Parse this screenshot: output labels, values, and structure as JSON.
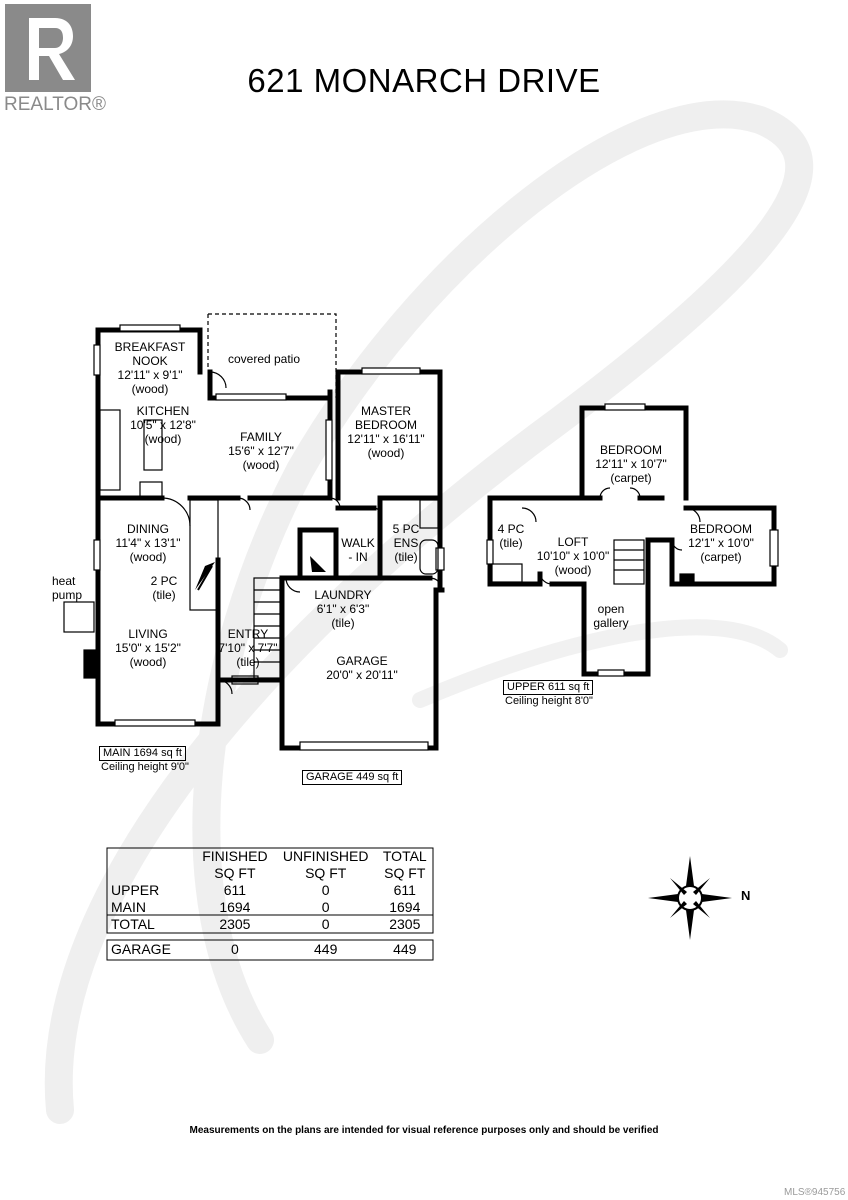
{
  "logo": {
    "text": "REALTOR®",
    "icon": "realtor-r-logo"
  },
  "title": "621 MONARCH DRIVE",
  "rooms": {
    "breakfast_nook": [
      "BREAKFAST",
      "NOOK",
      "12'11\" x 9'1\"",
      "(wood)"
    ],
    "covered_patio": [
      "covered patio"
    ],
    "kitchen": [
      "KITCHEN",
      "10'5\" x 12'8\"",
      "(wood)"
    ],
    "family": [
      "FAMILY",
      "15'6\" x 12'7\"",
      "(wood)"
    ],
    "master_bedroom": [
      "MASTER",
      "BEDROOM",
      "12'11\" x 16'11\"",
      "(wood)"
    ],
    "dining": [
      "DINING",
      "11'4\" x 13'1\"",
      "(wood)"
    ],
    "two_pc": [
      "2 PC",
      "(tile)"
    ],
    "walk_in": [
      "WALK",
      "- IN"
    ],
    "five_pc": [
      "5 PC",
      "ENS",
      "(tile)"
    ],
    "laundry": [
      "LAUNDRY",
      "6'1\" x 6'3\"",
      "(tile)"
    ],
    "living": [
      "LIVING",
      "15'0\" x 15'2\"",
      "(wood)"
    ],
    "entry": [
      "ENTRY",
      "7'10\" x 7'7\"",
      "(tile)"
    ],
    "garage": [
      "GARAGE",
      "20'0\" x 20'11\""
    ],
    "bedroom_top": [
      "BEDROOM",
      "12'11\" x 10'7\"",
      "(carpet)"
    ],
    "four_pc": [
      "4 PC",
      "(tile)"
    ],
    "loft": [
      "LOFT",
      "10'10\" x 10'0\"",
      "(wood)"
    ],
    "bedroom_right": [
      "BEDROOM",
      "12'1\" x 10'0\"",
      "(carpet)"
    ],
    "open_gallery": [
      "open",
      "gallery"
    ]
  },
  "heat_pump": [
    "heat",
    "pump"
  ],
  "summaries": {
    "main": {
      "label": "MAIN  1694 sq ft",
      "ceiling": "Ceiling height 9'0\""
    },
    "garage": {
      "label": "GARAGE  449 sq ft"
    },
    "upper": {
      "label": "UPPER  611 sq ft",
      "ceiling": "Ceiling height 8'0\""
    }
  },
  "sqft_table": {
    "headers": [
      [
        "",
        ""
      ],
      [
        "FINISHED",
        "SQ FT"
      ],
      [
        "UNFINISHED",
        "SQ FT"
      ],
      [
        "TOTAL",
        "SQ FT"
      ]
    ],
    "rows": [
      [
        "UPPER",
        "611",
        "0",
        "611"
      ],
      [
        "MAIN",
        "1694",
        "0",
        "1694"
      ],
      [
        "TOTAL",
        "2305",
        "0",
        "2305"
      ]
    ],
    "garage_row": [
      "GARAGE",
      "0",
      "449",
      "449"
    ]
  },
  "compass": {
    "label": "N",
    "icon": "compass-rose-icon"
  },
  "disclaimer": "Measurements on the plans are intended for visual reference purposes only and should be verified",
  "mls": "MLS®945756",
  "colors": {
    "wall": "#000000",
    "logo_gray": "#8a8a8a",
    "watermark": "#eeeeee"
  }
}
